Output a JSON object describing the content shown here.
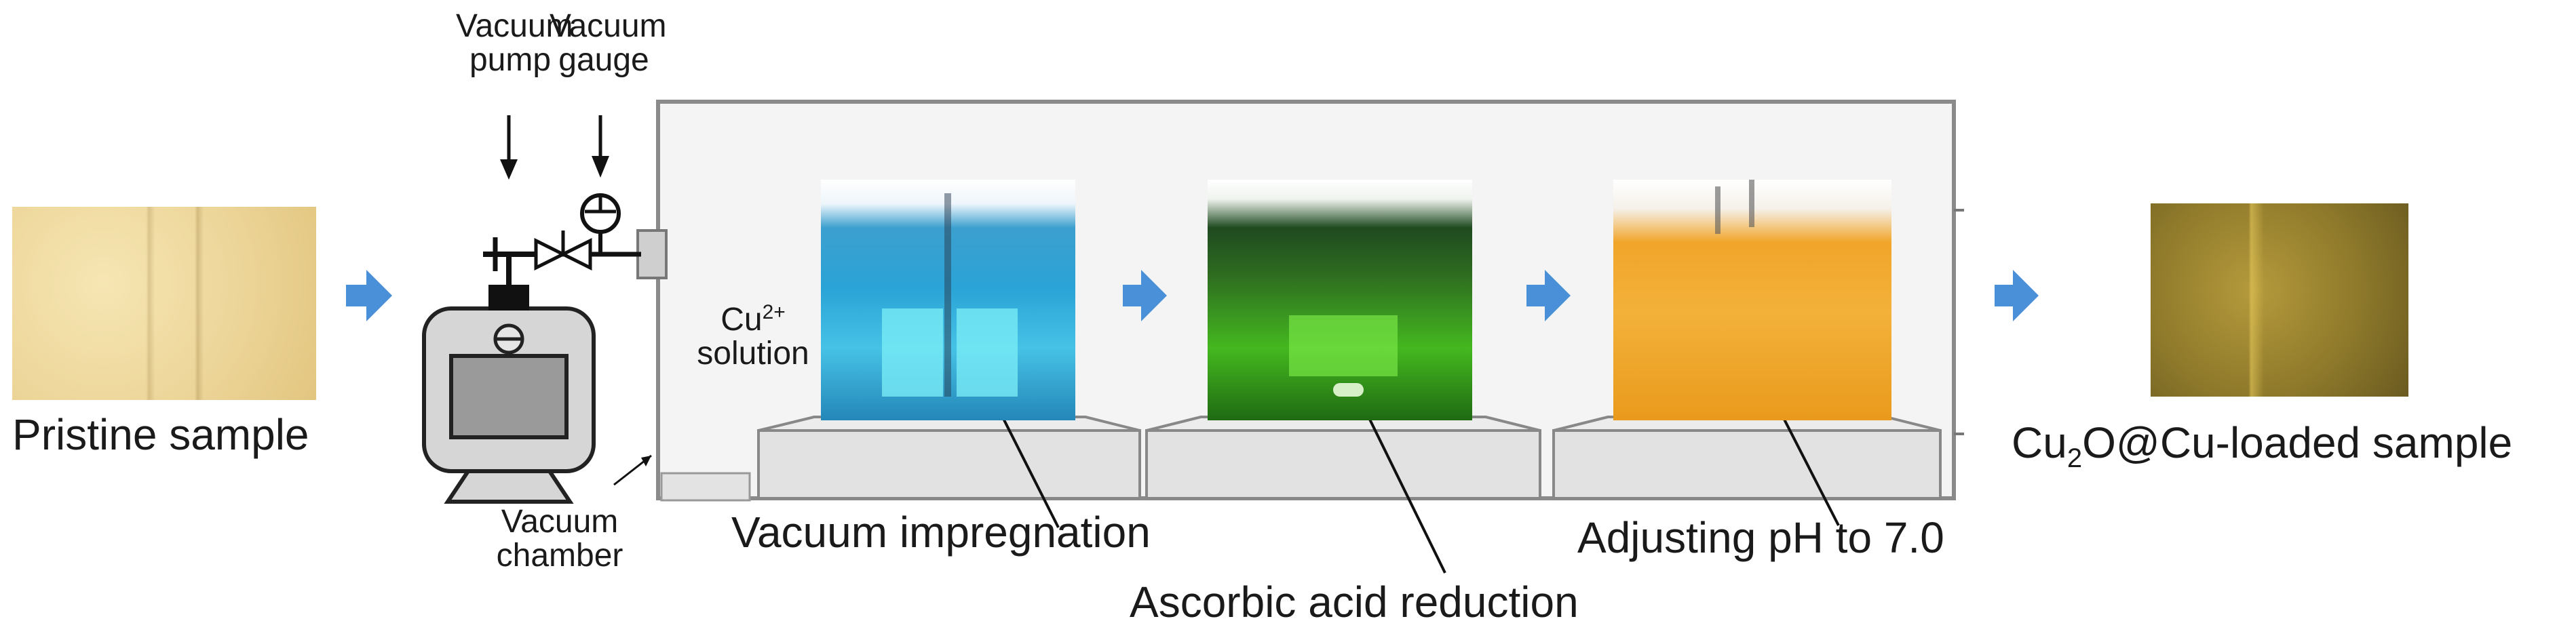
{
  "labels": {
    "pristine_sample": "Pristine sample",
    "vacuum_pump": [
      "Vacuum",
      "pump"
    ],
    "vacuum_gauge": [
      "Vacuum",
      "gauge"
    ],
    "vacuum_chamber": [
      "Vacuum",
      "chamber"
    ],
    "cu_solution": [
      "Cu",
      "2+",
      "solution"
    ],
    "vacuum_impregnation": "Vacuum impregnation",
    "ascorbic_acid_reduction": "Ascorbic acid reduction",
    "adjusting_ph": "Adjusting pH to 7.0",
    "loaded_sample": [
      "Cu",
      "2",
      "O@Cu-loaded sample"
    ]
  },
  "colors": {
    "arrow": "#4a90d9",
    "chamber_fill": "#f4f4f4",
    "chamber_stroke": "#888888",
    "pump_fill": "#d9d9d9",
    "pump_dark": "#222222",
    "stirrer_fill": "#e2e2e2",
    "solution_blue": "#2aa3d6",
    "solution_green": "#44b81f",
    "solution_orange": "#f1a52a"
  },
  "icons": [
    "blue-flow-arrow",
    "vacuum-pump-icon",
    "vacuum-gauge-icon",
    "valve-icon",
    "magnetic-stirrer-icon"
  ]
}
